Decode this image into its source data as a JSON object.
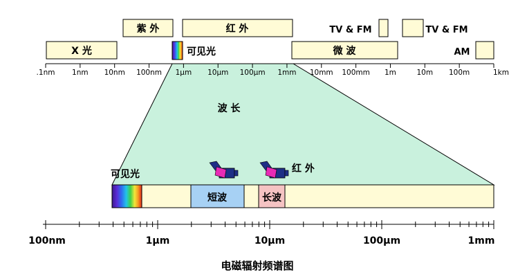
{
  "colors": {
    "band_fill": "#FFFBD6",
    "zoom_fill": "#C9F1DD",
    "short_wave_fill": "#A7D1F4",
    "long_wave_fill": "#F5C3C3",
    "camera_body": "#1E2F86",
    "camera_lens": "#E82BB5",
    "stroke": "#000000"
  },
  "top_bands": {
    "uv": "紫 外",
    "infrared": "红 外",
    "tv_fm_1": "TV & FM",
    "tv_fm_2": "TV & FM",
    "xray": "X 光",
    "visible": "可见光",
    "microwave": "微 波",
    "am": "AM"
  },
  "top_scale": [
    ".1nm",
    "1nm",
    "10nm",
    "100nm",
    "1μm",
    "10μm",
    "100μm",
    "1mm",
    "10mm",
    "100mm",
    "1m",
    "10m",
    "100m",
    "1km"
  ],
  "zoom": {
    "wavelength_label": "波 长",
    "visible_label": "可见光",
    "infrared_label": "红 外",
    "short_wave": "短波",
    "long_wave": "长波"
  },
  "bottom_scale": [
    "100nm",
    "1μm",
    "10μm",
    "100μm",
    "1mm"
  ],
  "caption": "电磁辐射频谱图",
  "icons": {
    "camera": "camera-icon",
    "spectrum": "rainbow-gradient"
  }
}
